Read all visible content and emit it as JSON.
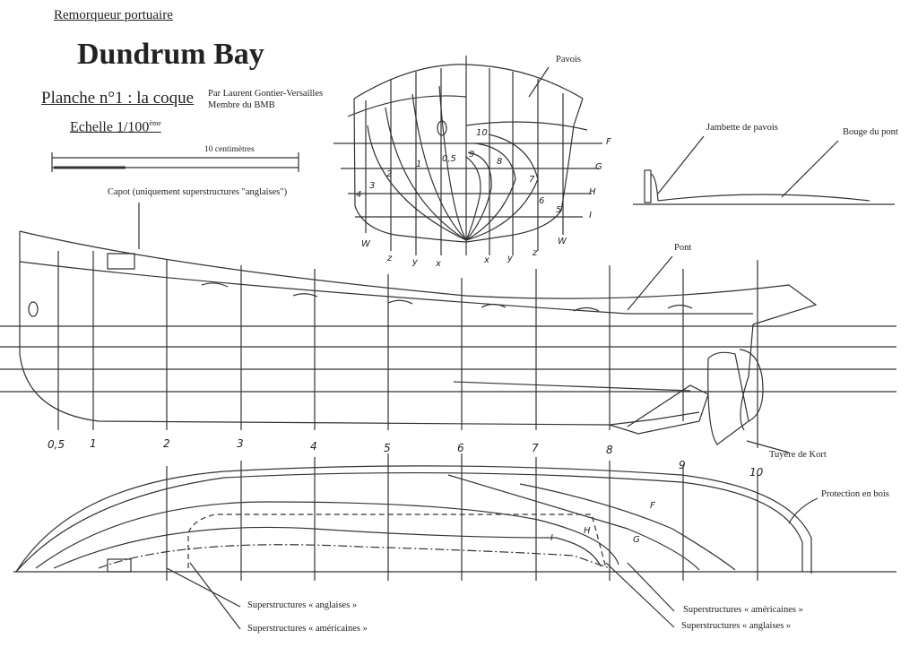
{
  "header": {
    "subtitle": "Remorqueur portuaire",
    "title": "Dundrum Bay",
    "plate": "Planche n°1 : la coque",
    "author_line1": "Par Laurent Gontier-Versailles",
    "author_line2": "Membre du BMB",
    "scale": "Echelle 1/100",
    "scale_sup": "ème",
    "scale_bar_label": "10 centimètres"
  },
  "labels": {
    "capot": "Capot (uniquement superstructures \"anglaises\")",
    "pavois": "Pavois",
    "jambette": "Jambette de pavois",
    "bouge": "Bouge du pont",
    "pont": "Pont",
    "tuyere": "Tuyère de Kort",
    "protection": "Protection en bois",
    "super_anglaises_left": "Superstructures « anglaises »",
    "super_americaines_left": "Superstructures « américaines »",
    "super_americaines_right": "Superstructures « américaines »",
    "super_anglaises_right": "Superstructures « anglaises »"
  },
  "stations": [
    "0,5",
    "1",
    "2",
    "3",
    "4",
    "5",
    "6",
    "7",
    "8",
    "9",
    "10"
  ],
  "waterlines": [
    "F",
    "G",
    "H",
    "I"
  ],
  "buttocks": [
    "W",
    "z",
    "y",
    "x",
    "x",
    "y",
    "z",
    "W"
  ],
  "body_plan_numbers": [
    "0,5",
    "1",
    "2",
    "3",
    "4",
    "10",
    "9",
    "8",
    "7",
    "6",
    "5"
  ]
}
